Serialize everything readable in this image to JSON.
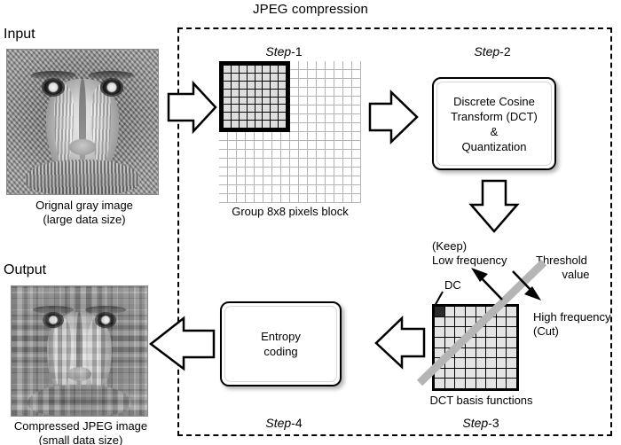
{
  "title": "JPEG compression",
  "input": {
    "section_label": "Input",
    "caption_line1": "Orignal gray image",
    "caption_line2": "(large data size)",
    "image_name": "baboon-grayscale-photo"
  },
  "output": {
    "section_label": "Output",
    "caption_line1": "Compressed JPEG image",
    "caption_line2": "(small data size)",
    "image_name": "baboon-compressed-blocky-photo"
  },
  "step1": {
    "heading_word": "Step",
    "heading_num": "-1",
    "caption": "Group 8x8 pixels block",
    "grid_cols": 16,
    "grid_rows": 16,
    "block_cols": 8,
    "block_rows": 8
  },
  "step2": {
    "heading_word": "Step",
    "heading_num": "-2",
    "box_line1": "Discrete Cosine",
    "box_line2": "Transform (DCT)",
    "box_line3": "&",
    "box_line4": "Quantization"
  },
  "step3": {
    "heading_word": "Step",
    "heading_num": "-3",
    "caption": "DCT basis functions",
    "dc_label": "DC",
    "keep_label": "(Keep)",
    "low_frequency_label": "Low frequency",
    "threshold_line1": "Threshold",
    "threshold_line2": "value",
    "high_frequency_label": "High frequency",
    "cut_label": "(Cut)",
    "grid_cols": 8,
    "grid_rows": 8
  },
  "step4": {
    "heading_word": "Step",
    "heading_num": "-4",
    "box_line1": "Entropy",
    "box_line2": "coding"
  },
  "colors": {
    "stroke": "#000000",
    "grid_line": "#b4b4b4",
    "cell_fill": "#dedede",
    "dct_cell_fill": "#e4e4e4",
    "dc_cell_fill": "#2b2b2b",
    "threshold_band": "#b5b5b5",
    "background": "#ffffff"
  }
}
